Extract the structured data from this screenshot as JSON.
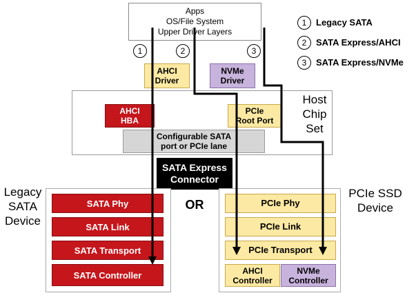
{
  "apps": {
    "line1": "Apps",
    "line2": "OS/File System",
    "line3": "Upper Driver Layers"
  },
  "drivers": {
    "ahci": {
      "line1": "AHCI",
      "line2": "Driver"
    },
    "nvme": {
      "line1": "NVMe",
      "line2": "Driver"
    }
  },
  "host": {
    "label1": "Host",
    "label2": "Chip",
    "label3": "Set",
    "hba": {
      "line1": "AHCI",
      "line2": "HBA"
    },
    "root_port": {
      "line1": "PCIe",
      "line2": "Root Port"
    },
    "port": {
      "line1": "Configurable SATA",
      "line2": "port or PCIe lane"
    }
  },
  "connector": {
    "line1": "SATA Express",
    "line2": "Connector"
  },
  "or_label": "OR",
  "legacy_device": {
    "label1": "Legacy",
    "label2": "SATA",
    "label3": "Device",
    "layers": [
      "SATA Phy",
      "SATA Link",
      "SATA Transport",
      "SATA Controller"
    ]
  },
  "pcie_device": {
    "label1": "PCIe SSD",
    "label2": "Device",
    "layers": [
      "PCIe Phy",
      "PCIe Link",
      "PCIe Transport"
    ],
    "ahci_controller": {
      "line1": "AHCI",
      "line2": "Controller"
    },
    "nvme_controller": {
      "line1": "NVMe",
      "line2": "Controller"
    }
  },
  "path_numbers": [
    "1",
    "2",
    "3"
  ],
  "legend": [
    {
      "num": "1",
      "label": "Legacy SATA"
    },
    {
      "num": "2",
      "label": "SATA Express/AHCI"
    },
    {
      "num": "3",
      "label": "SATA Express/NVMe"
    }
  ],
  "colors": {
    "sata_red": "#c5161c",
    "pcie_yellow": "#fce9a3",
    "nvme_purple": "#c8b3dd",
    "port_grey": "#d6d6d6"
  }
}
